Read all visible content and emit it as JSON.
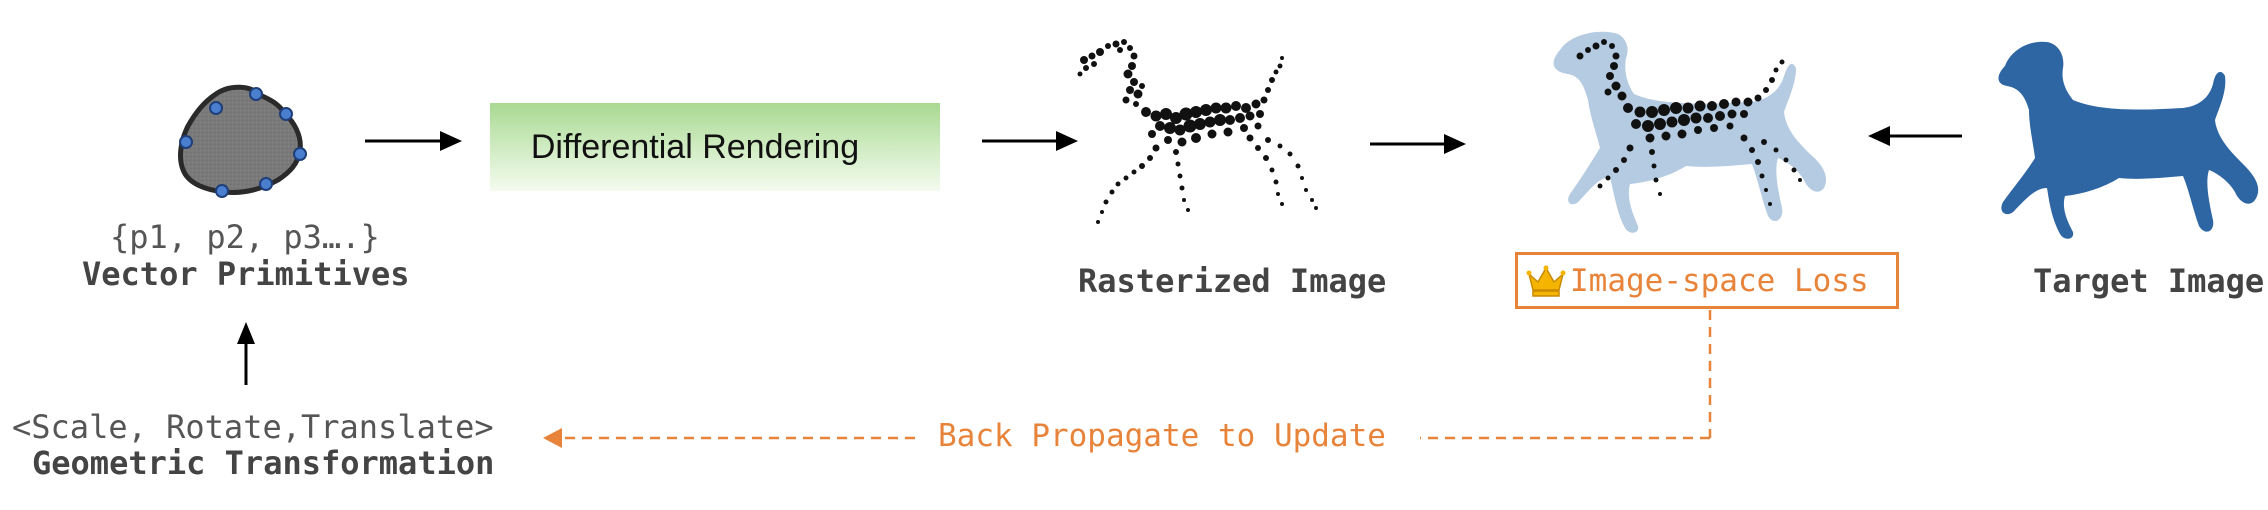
{
  "primitives": {
    "set_text": "{p1, p2, p3….}",
    "title": "Vector Primitives"
  },
  "transformation": {
    "params": "<Scale, Rotate,Translate>",
    "title": "Geometric Transformation"
  },
  "rendering": {
    "label": "Differential Rendering"
  },
  "rasterized": {
    "title": "Rasterized Image"
  },
  "loss": {
    "title": "Image-space Loss"
  },
  "target": {
    "title": "Target Image"
  },
  "feedback": {
    "label": "Back Propagate to Update"
  },
  "colors": {
    "accent_orange": "#e8833a",
    "dog_blue": "#2e66a4",
    "dog_light_blue": "#b5cbe2",
    "render_green": "#a9d992",
    "primitive_gray": "#7a7a7a",
    "control_point_blue": "#4a7fd0"
  }
}
